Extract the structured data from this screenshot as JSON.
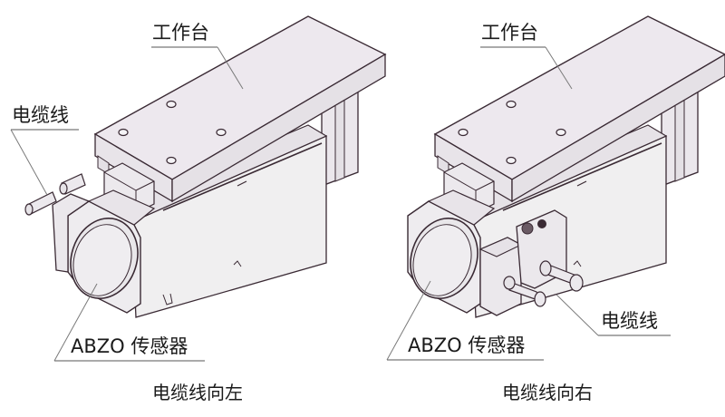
{
  "figure": {
    "panels": [
      {
        "id": "left",
        "caption": "电缆线向左",
        "labels": {
          "table": "工作台",
          "cable": "电缆线",
          "sensor": "ABZO 传感器"
        }
      },
      {
        "id": "right",
        "caption": "电缆线向右",
        "labels": {
          "table": "工作台",
          "cable": "电缆线",
          "sensor": "ABZO 传感器"
        }
      }
    ],
    "colors": {
      "fill_top": "#ede8ee",
      "fill_side": "#e9e6ea",
      "fill_body": "#f0eff0",
      "stroke": "#3a2a34",
      "leader": "#7a7a7a"
    }
  }
}
